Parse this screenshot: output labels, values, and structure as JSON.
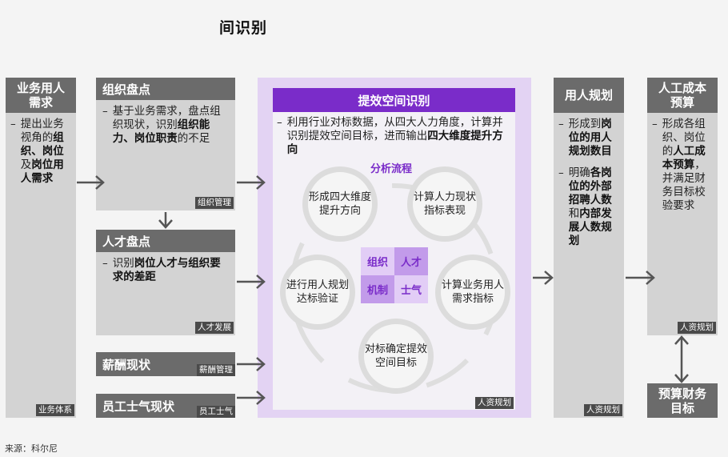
{
  "title": "间识别",
  "source": "来源：科尔尼",
  "business_need": {
    "header": "业务用人需求",
    "bullet": [
      {
        "t": "提出业务视角的",
        "b": false
      },
      {
        "t": "组织、岗位",
        "b": true
      },
      {
        "t": "及",
        "b": false
      },
      {
        "t": "岗位用人需求",
        "b": true
      }
    ],
    "tag": "业务体系"
  },
  "org_inventory": {
    "header": "组织盘点",
    "bullet": [
      {
        "t": "基于业务需求，盘点组织现状，识别",
        "b": false
      },
      {
        "t": "组织能力、岗位职责",
        "b": true
      },
      {
        "t": "的不足",
        "b": false
      }
    ],
    "tag": "组织管理"
  },
  "talent_inventory": {
    "header": "人才盘点",
    "bullet": [
      {
        "t": "识别",
        "b": false
      },
      {
        "t": "岗位人才与组织要求的差距",
        "b": true
      }
    ],
    "tag": "人才发展"
  },
  "compensation": {
    "header": "薪酬现状",
    "tag": "薪酬管理"
  },
  "morale": {
    "header": "员工士气现状",
    "tag": "员工士气"
  },
  "efficiency": {
    "header": "提效空间识别",
    "bullet": [
      {
        "t": "利用行业对标数据，从四大人力角度，计算并识别提效空间目标，进而输出",
        "b": false
      },
      {
        "t": "四大维度提升方向",
        "b": true
      }
    ],
    "flow_title": "分析流程",
    "steps": {
      "top_left": "形成四大维度提升方向",
      "top_right": "计算人力现状指标表现",
      "right": "计算业务用人需求指标",
      "bottom": "对标确定提效空间目标",
      "left": "进行用人规划达标验证"
    },
    "puzzle": {
      "org": "组织",
      "talent": "人才",
      "mechanism": "机制",
      "morale": "士气"
    },
    "tag": "人资规划"
  },
  "staffing_plan": {
    "header": "用人规划",
    "bullets": [
      [
        {
          "t": "形成到",
          "b": false
        },
        {
          "t": "岗位的用人规划数目",
          "b": true
        }
      ],
      [
        {
          "t": "明确",
          "b": false
        },
        {
          "t": "各岗位的外部招聘人数",
          "b": true
        },
        {
          "t": "和",
          "b": false
        },
        {
          "t": "内部发展人数规划",
          "b": true
        }
      ]
    ],
    "tag": "人资规划"
  },
  "labor_cost": {
    "header": "人工成本预算",
    "bullet": [
      {
        "t": "形成各组织、岗位的",
        "b": false
      },
      {
        "t": "人工成本预算",
        "b": true
      },
      {
        "t": "，并满足财务目标校验要求",
        "b": false
      }
    ],
    "tag": "人资规划"
  },
  "budget_target": {
    "header": "预算财务目标"
  },
  "colors": {
    "accent": "#7a2cc9",
    "panel": "#d3d3d3",
    "header": "#6b6b6b",
    "center_bg": "#e3d3f3"
  }
}
